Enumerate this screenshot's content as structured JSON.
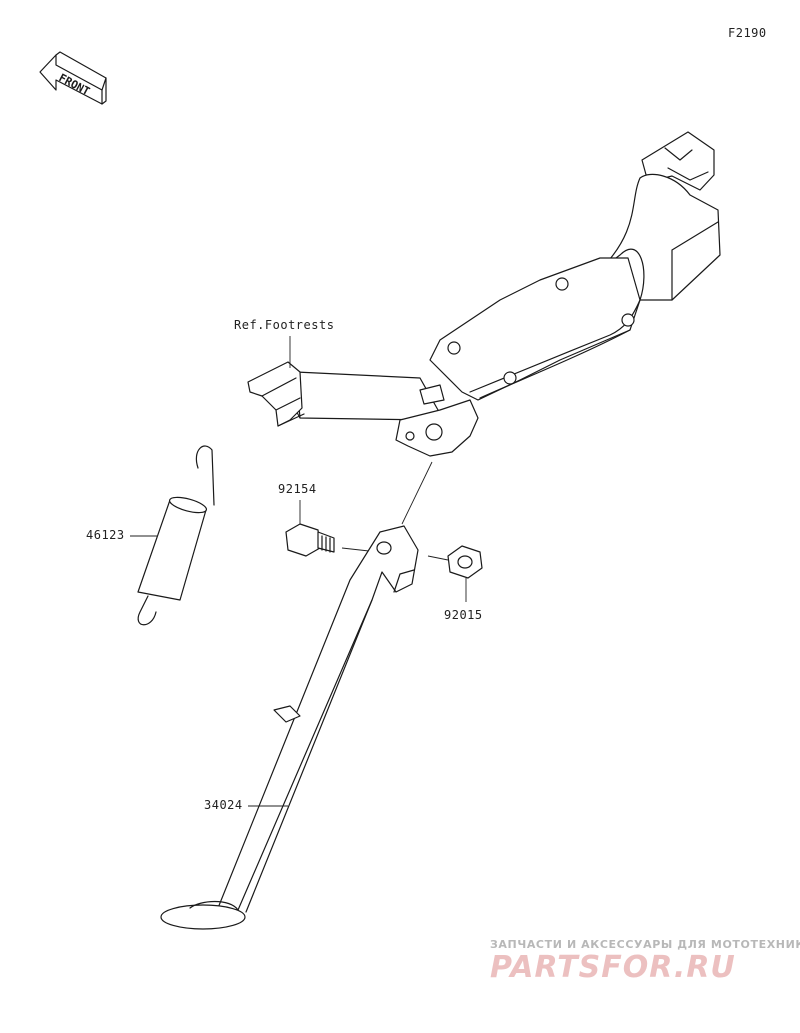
{
  "diagram": {
    "figure_code": "F2190",
    "front_arrow_text": "FRONT",
    "labels": {
      "ref_footrests": "Ref.Footrests",
      "bolt": "92154",
      "spring": "46123",
      "nut": "92015",
      "side_stand": "34024"
    }
  },
  "watermark": {
    "tagline": "ЗАПЧАСТИ И АКСЕССУАРЫ ДЛЯ МОТОТЕХНИКИ",
    "brand": "PARTSFOR.RU",
    "color": "#e8b4b4"
  }
}
